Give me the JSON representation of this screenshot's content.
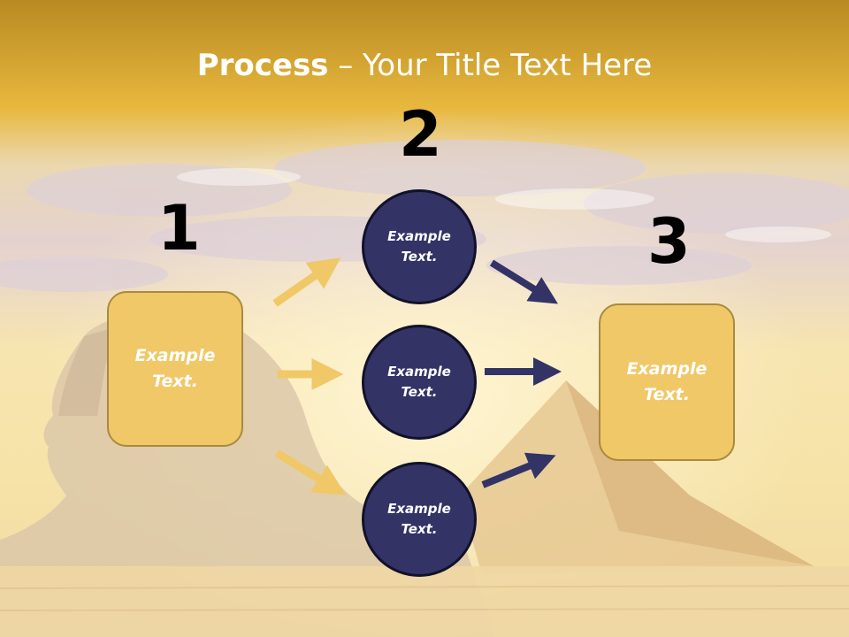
{
  "title": {
    "bold": "Process",
    "rest": " – Your Title Text Here"
  },
  "steps": {
    "one": "1",
    "two": "2",
    "three": "3"
  },
  "nodes": {
    "left_box": "Example Text.",
    "circle_top": "Example Text.",
    "circle_middle": "Example Text.",
    "circle_bottom": "Example Text.",
    "right_box": "Example Text."
  },
  "colors": {
    "box_fill": "#f0c868",
    "circle_fill": "#333366",
    "gold_arrow": "#f0c868",
    "navy_arrow": "#333366",
    "title_band": "#e9b43a"
  }
}
